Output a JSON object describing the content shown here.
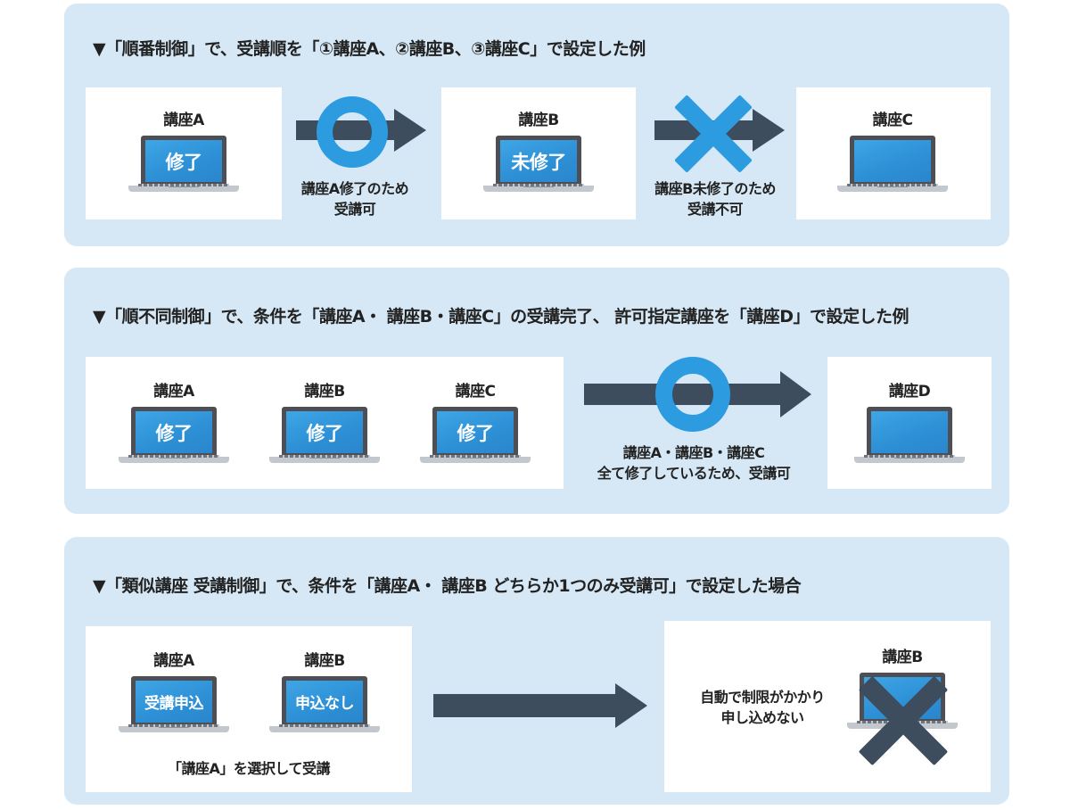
{
  "sections": [
    {
      "heading": "▼「順番制御」で、受講順を「①講座A、②講座B、③講座C」で設定した例",
      "laptops": [
        {
          "label": "講座A",
          "screen": "修了"
        },
        {
          "label": "講座B",
          "screen": "未修了"
        },
        {
          "label": "講座C",
          "screen": ""
        }
      ],
      "captions": [
        {
          "line1": "講座A修了のため",
          "line2": "受講可",
          "mark": "circle"
        },
        {
          "line1": "講座B未修了のため",
          "line2": "受講不可",
          "mark": "cross"
        }
      ]
    },
    {
      "heading": "▼「順不同制御」で、条件を「講座A・ 講座B・講座C」の受講完了、 許可指定講座を「講座D」で設定した例",
      "laptops": [
        {
          "label": "講座A",
          "screen": "修了"
        },
        {
          "label": "講座B",
          "screen": "修了"
        },
        {
          "label": "講座C",
          "screen": "修了"
        },
        {
          "label": "講座D",
          "screen": ""
        }
      ],
      "caption": {
        "line1": "講座A・講座B・講座C",
        "line2": "全て修了しているため、受講可",
        "mark": "circle"
      }
    },
    {
      "heading": "▼「類似講座 受講制御」で、条件を「講座A・ 講座B どちらか1つのみ受講可」で設定した場合",
      "laptops": [
        {
          "label": "講座A",
          "screen": "受講申込"
        },
        {
          "label": "講座B",
          "screen": "申込なし"
        },
        {
          "label": "講座B",
          "screen": ""
        }
      ],
      "left_caption": "「講座A」を選択して受講",
      "right_caption": {
        "line1": "自動で制限がかかり",
        "line2": "申し込めない",
        "mark": "cross"
      }
    }
  ],
  "colors": {
    "panel_bg": "#d6e8f5",
    "card_bg": "#ffffff",
    "arrow": "#3d4d5d",
    "mark_blue": "#2c9be0",
    "cross_dark": "#3d4d5d",
    "screen_blue": "#2d8fd5"
  }
}
